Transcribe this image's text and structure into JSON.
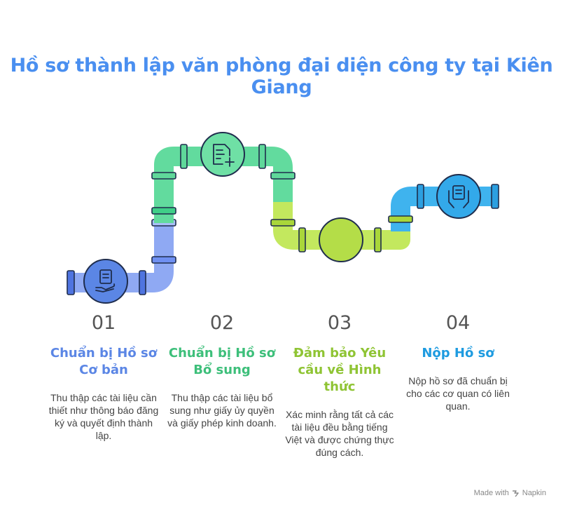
{
  "title": "Hồ sơ thành lập văn phòng đại diện công ty tại Kiên Giang",
  "colors": {
    "title": "#4a8ff0",
    "step1": "#5b86e5",
    "step2": "#3dbf7a",
    "step3": "#8fc434",
    "step4": "#1e9be0"
  },
  "steps": [
    {
      "number": "01",
      "heading": "Chuẩn bị Hồ sơ Cơ bản",
      "description": "Thu thập các tài liệu cần thiết như thông báo đăng ký và quyết định thành lập.",
      "icon": "hand-document-icon"
    },
    {
      "number": "02",
      "heading": "Chuẩn bị Hồ sơ Bổ sung",
      "description": "Thu thập các tài liệu bổ sung như giấy ủy quyền và giấy phép kinh doanh.",
      "icon": "document-add-icon"
    },
    {
      "number": "03",
      "heading": "Đảm bảo Yêu cầu về Hình thức",
      "description": "Xác minh rằng tất cả các tài liệu đều bằng tiếng Việt và được chứng thực đúng cách.",
      "icon": "none"
    },
    {
      "number": "04",
      "heading": "Nộp Hồ sơ",
      "description": "Nộp hồ sơ đã chuẩn bị cho các cơ quan có liên quan.",
      "icon": "hands-document-icon"
    }
  ],
  "credit": {
    "made_with": "Made with",
    "brand": "Napkin"
  }
}
